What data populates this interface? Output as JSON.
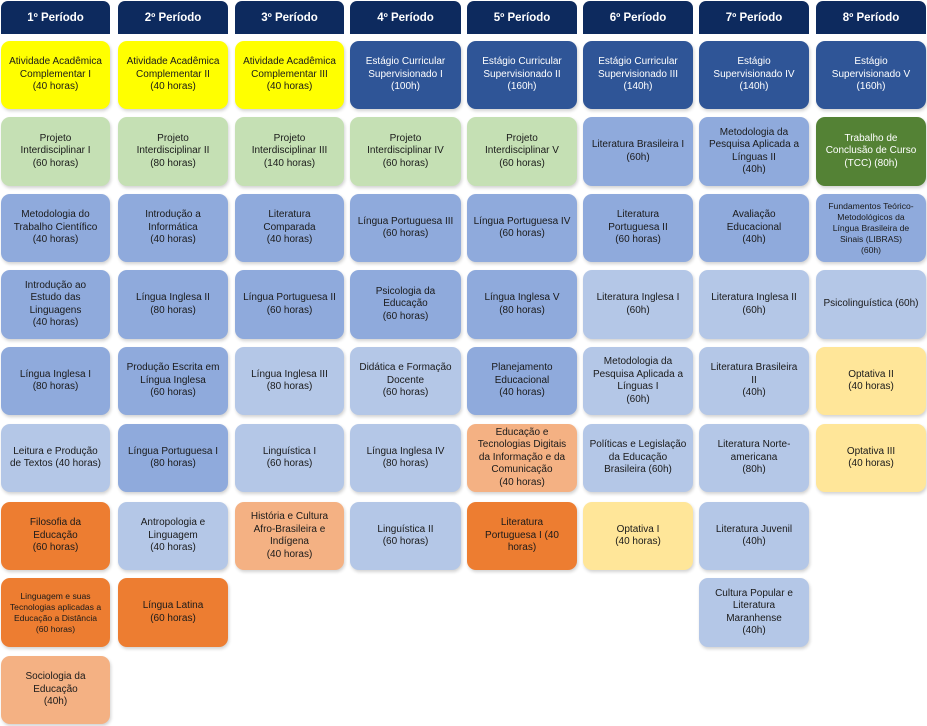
{
  "columns": [
    {
      "header": "1º Período",
      "cards": [
        {
          "text": "Atividade Acadêmica\nComplementar I\n(40 horas)",
          "color": "yellow"
        },
        {
          "text": "Projeto\nInterdisciplinar I\n(60 horas)",
          "color": "green"
        },
        {
          "text": "Metodologia do\nTrabalho Científico\n(40 horas)",
          "color": "blue1"
        },
        {
          "text": "Introdução ao\nEstudo das\nLinguagens\n(40 horas)",
          "color": "blue1"
        },
        {
          "text": "Língua Inglesa I\n(80 horas)",
          "color": "blue1"
        },
        {
          "text": "Leitura e Produção\nde Textos  (40 horas)",
          "color": "blue2"
        },
        {
          "text": "Filosofia da\nEducação\n(60 horas)",
          "color": "orange"
        },
        {
          "text": "Linguagem e suas\nTecnologias aplicadas a\nEducação a Distância\n(60 horas)",
          "color": "orange",
          "small": true
        },
        {
          "text": "Sociologia da\nEducação\n(40h)",
          "color": "peach"
        }
      ]
    },
    {
      "header": "2º Período",
      "cards": [
        {
          "text": "Atividade Acadêmica\nComplementar II\n(40 horas)",
          "color": "yellow"
        },
        {
          "text": "Projeto\nInterdisciplinar II\n(80 horas)",
          "color": "green"
        },
        {
          "text": "Introdução a\nInformática\n(40 horas)",
          "color": "blue1"
        },
        {
          "text": "Língua Inglesa II\n(80 horas)",
          "color": "blue1"
        },
        {
          "text": "Produção Escrita em\nLíngua Inglesa\n(60 horas)",
          "color": "blue1"
        },
        {
          "text": "Língua Portuguesa I\n(80 horas)",
          "color": "blue1"
        },
        {
          "text": "Antropologia e\nLinguagem\n(40 horas)",
          "color": "blue2"
        },
        {
          "text": "Língua Latina\n(60 horas)",
          "color": "orange"
        }
      ]
    },
    {
      "header": "3º Período",
      "cards": [
        {
          "text": "Atividade Acadêmica\nComplementar III\n(40 horas)",
          "color": "yellow"
        },
        {
          "text": "Projeto\nInterdisciplinar III\n(140 horas)",
          "color": "green"
        },
        {
          "text": "Literatura\nComparada\n(40 horas)",
          "color": "blue1"
        },
        {
          "text": "Língua Portuguesa II\n(60 horas)",
          "color": "blue1"
        },
        {
          "text": "Língua Inglesa III\n(80 horas)",
          "color": "blue2"
        },
        {
          "text": "Linguística I\n(60 horas)",
          "color": "blue2"
        },
        {
          "text": "História e Cultura\nAfro-Brasileira e\nIndígena\n(40 horas)",
          "color": "peach"
        }
      ]
    },
    {
      "header": "4º Período",
      "cards": [
        {
          "text": "Estágio Curricular\nSupervisionado I\n(100h)",
          "color": "navy"
        },
        {
          "text": "Projeto\nInterdisciplinar IV\n(60 horas)",
          "color": "green"
        },
        {
          "text": "Língua Portuguesa III\n(60 horas)",
          "color": "blue1"
        },
        {
          "text": "Psicologia da\nEducação\n(60 horas)",
          "color": "blue1"
        },
        {
          "text": "Didática e Formação\nDocente\n(60 horas)",
          "color": "blue2"
        },
        {
          "text": "Língua Inglesa IV\n(80 horas)",
          "color": "blue2"
        },
        {
          "text": "Linguística II\n(60 horas)",
          "color": "blue2"
        }
      ]
    },
    {
      "header": "5º Período",
      "cards": [
        {
          "text": "Estágio Curricular\nSupervisionado II\n(160h)",
          "color": "navy"
        },
        {
          "text": "Projeto\nInterdisciplinar V\n(60 horas)",
          "color": "green"
        },
        {
          "text": "Língua Portuguesa IV\n(60 horas)",
          "color": "blue1"
        },
        {
          "text": "Língua Inglesa V\n(80 horas)",
          "color": "blue1"
        },
        {
          "text": "Planejamento\nEducacional\n(40 horas)",
          "color": "blue1"
        },
        {
          "text": "Educação e\nTecnologias Digitais\nda Informação e da\nComunicação\n(40 horas)",
          "color": "peach"
        },
        {
          "text": "Literatura\nPortuguesa I (40\nhoras)",
          "color": "orange"
        }
      ]
    },
    {
      "header": "6º Período",
      "cards": [
        {
          "text": "Estágio Curricular\nSupervisionado III\n(140h)",
          "color": "navy"
        },
        {
          "text": "Literatura Brasileira I\n(60h)",
          "color": "blue1"
        },
        {
          "text": "Literatura\nPortuguesa II\n(60 horas)",
          "color": "blue1"
        },
        {
          "text": "Literatura Inglesa I\n(60h)",
          "color": "blue2"
        },
        {
          "text": "Metodologia da\nPesquisa Aplicada a\nLínguas I\n(60h)",
          "color": "blue2"
        },
        {
          "text": "Políticas e Legislação\nda Educação\nBrasileira (60h)",
          "color": "blue2"
        },
        {
          "text": "Optativa I\n(40 horas)",
          "color": "lyel"
        }
      ]
    },
    {
      "header": "7º Período",
      "cards": [
        {
          "text": "Estágio\nSupervisionado IV\n(140h)",
          "color": "navy"
        },
        {
          "text": "Metodologia da\nPesquisa Aplicada a\nLínguas II\n(40h)",
          "color": "blue1"
        },
        {
          "text": "Avaliação\nEducacional\n(40h)",
          "color": "blue1"
        },
        {
          "text": "Literatura Inglesa II\n(60h)",
          "color": "blue2"
        },
        {
          "text": "Literatura Brasileira\nII\n(40h)",
          "color": "blue2"
        },
        {
          "text": "Literatura Norte-\namericana\n(80h)",
          "color": "blue2"
        },
        {
          "text": "Literatura Juvenil\n(40h)",
          "color": "blue2"
        },
        {
          "text": "Cultura Popular e\nLiteratura\nMaranhense\n(40h)",
          "color": "blue2"
        }
      ]
    },
    {
      "header": "8º Período",
      "cards": [
        {
          "text": "Estágio\nSupervisionado V\n(160h)",
          "color": "navy"
        },
        {
          "text": "Trabalho de\nConclusão de Curso\n(TCC) (80h)",
          "color": "dgreen"
        },
        {
          "text": "Fundamentos Teórico-\nMetodológicos da\nLíngua Brasileira de\nSinais (LIBRAS)\n(60h)",
          "color": "blue1",
          "small": true
        },
        {
          "text": "Psicolinguística (60h)",
          "color": "blue2"
        },
        {
          "text": "Optativa II\n(40 horas)",
          "color": "lyel"
        },
        {
          "text": "Optativa III\n(40 horas)",
          "color": "lyel"
        }
      ]
    }
  ]
}
